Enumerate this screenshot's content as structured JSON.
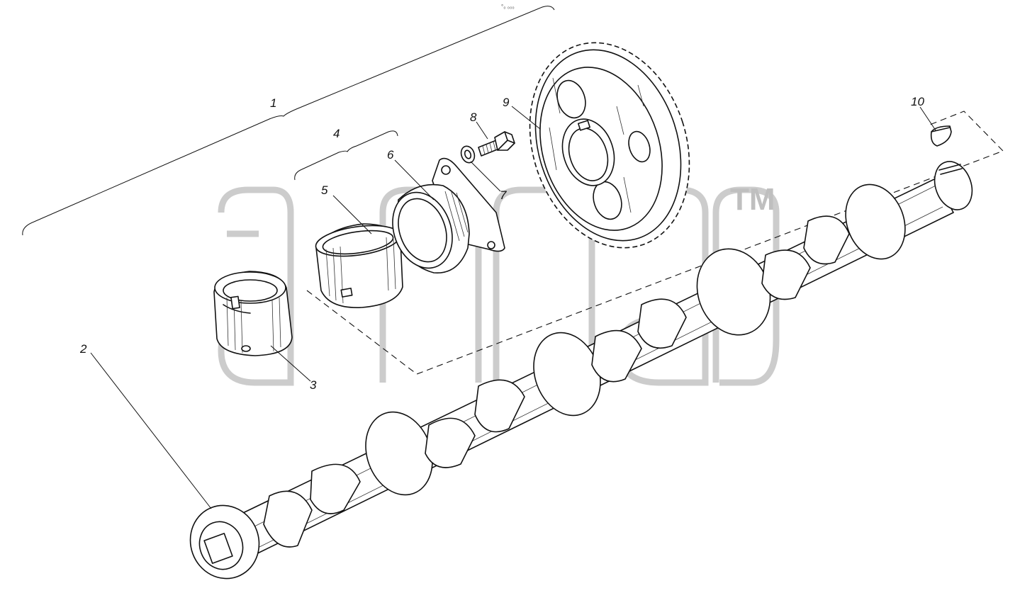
{
  "diagram": {
    "callouts": [
      "1",
      "2",
      "3",
      "4",
      "5",
      "6",
      "7",
      "8",
      "9",
      "10"
    ],
    "top_mark": "°₀ ₀₀₀",
    "watermark_tm": "TM"
  }
}
